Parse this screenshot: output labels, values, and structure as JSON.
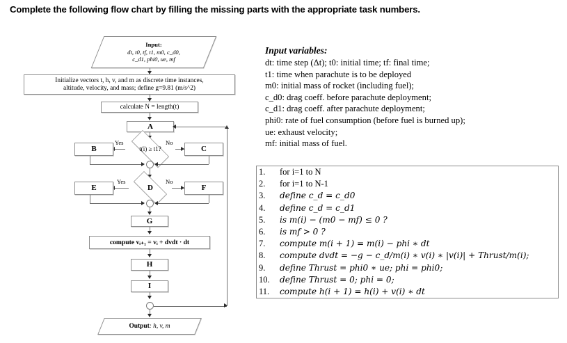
{
  "prompt": "Complete the following flow chart by filling the missing parts with the appropriate task numbers.",
  "flowchart": {
    "input_node": {
      "title": "Input:",
      "line1": "dt, t0, tf, t1, m0, c_d0,",
      "line2": "c_d1, phi0, ue, mf"
    },
    "initialize_node": {
      "line1": "Initialize vectors t, h, v, and m as discrete time instances,",
      "line2": "altitude, velocity, and mass; define g=9.81 (m/s^2)"
    },
    "calculate_node": "calculate N = length(t)",
    "box_a": "A",
    "decision_1": "t(i) ≥ t1?",
    "box_b": "B",
    "box_c": "C",
    "yes_label_1": "Yes",
    "no_label_1": "No",
    "decision_2": "D",
    "box_e": "E",
    "box_f": "F",
    "yes_label_2": "Yes",
    "no_label_2": "No",
    "box_g": "G",
    "compute_v_node": "compute vᵢ₊₁ = vᵢ + dvdt · dt",
    "box_h": "H",
    "box_i": "I",
    "output_node": "Output: h, v, m"
  },
  "input_variables": {
    "heading": "Input variables:",
    "lines": [
      "dt: time step (Δt);        t0: initial time;        tf: final time;",
      "t1: time when parachute is to be deployed",
      "m0: initial mass of rocket (including fuel);",
      "c_d0: drag coeff. before parachute deployment;",
      "c_d1: drag coeff. after parachute deployment;",
      "phi0: rate of fuel consumption (before fuel is burned up);",
      "ue: exhaust velocity;",
      "mf: initial mass of fuel."
    ]
  },
  "tasks": [
    {
      "num": "1.",
      "text": "for i=1 to N"
    },
    {
      "num": "2.",
      "text": "for i=1 to N-1"
    },
    {
      "num": "3.",
      "text": "define c_d = c_d0"
    },
    {
      "num": "4.",
      "text": "define c_d = c_d1"
    },
    {
      "num": "5.",
      "text": "is m(i) − (m0 − mf) ≤ 0 ?"
    },
    {
      "num": "6.",
      "text": "is mf > 0 ?"
    },
    {
      "num": "7.",
      "text": "compute m(i + 1) =  m(i)  − phi ∗ dt"
    },
    {
      "num": "8.",
      "text": "compute dvdt  =  −g −  c_d/m(i) ∗ v(i) ∗ |v(i)| + Thrust/m(i);"
    },
    {
      "num": "9.",
      "text": "define Thrust = phi0 ∗ ue;   phi = phi0;"
    },
    {
      "num": "10.",
      "text": "define Thrust = 0;   phi = 0;"
    },
    {
      "num": "11.",
      "text": "compute h(i + 1) = h(i) + v(i) ∗ dt"
    }
  ],
  "colors": {
    "line": "#6f6f6f",
    "border": "#8d8d8d",
    "arrow": "#2b2b2b",
    "text": "#000000",
    "background": "#ffffff"
  }
}
